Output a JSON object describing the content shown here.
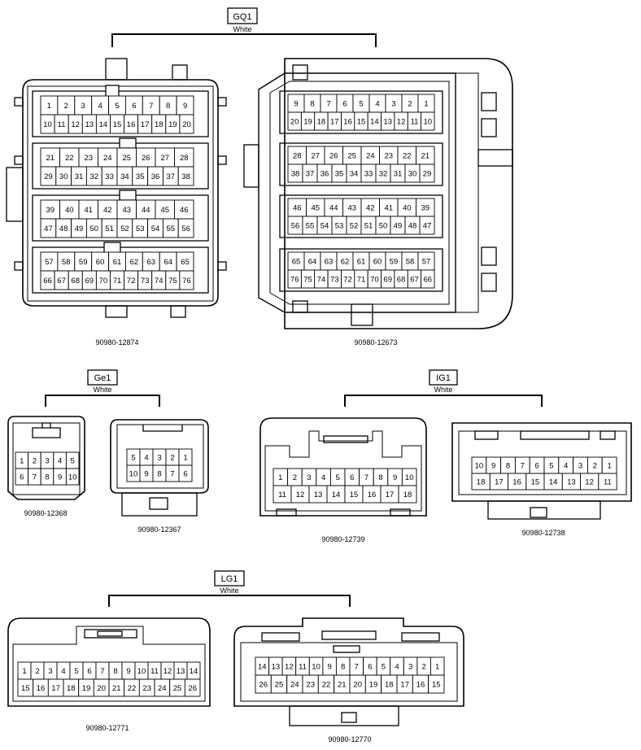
{
  "groups": [
    {
      "label": "GQ1",
      "color": "White"
    },
    {
      "label": "Ge1",
      "color": "White"
    },
    {
      "label": "IG1",
      "color": "White"
    },
    {
      "label": "LG1",
      "color": "White"
    }
  ],
  "connectors": [
    {
      "part": "90980-12874",
      "pins": [
        [
          "1",
          "2",
          "3",
          "4",
          "5",
          "6",
          "7",
          "8",
          "9"
        ],
        [
          "10",
          "11",
          "12",
          "13",
          "14",
          "15",
          "16",
          "17",
          "18",
          "19",
          "20"
        ],
        [
          "21",
          "22",
          "23",
          "24",
          "25",
          "26",
          "27",
          "28"
        ],
        [
          "29",
          "30",
          "31",
          "32",
          "33",
          "34",
          "35",
          "36",
          "37",
          "38"
        ],
        [
          "39",
          "40",
          "41",
          "42",
          "43",
          "44",
          "45",
          "46"
        ],
        [
          "47",
          "48",
          "49",
          "50",
          "51",
          "52",
          "53",
          "54",
          "55",
          "56"
        ],
        [
          "57",
          "58",
          "59",
          "60",
          "61",
          "62",
          "63",
          "64",
          "65"
        ],
        [
          "66",
          "67",
          "68",
          "69",
          "70",
          "71",
          "72",
          "73",
          "74",
          "75",
          "76"
        ]
      ]
    },
    {
      "part": "90980-12673",
      "pins": [
        [
          "9",
          "8",
          "7",
          "6",
          "5",
          "4",
          "3",
          "2",
          "1"
        ],
        [
          "20",
          "19",
          "18",
          "17",
          "16",
          "15",
          "14",
          "13",
          "12",
          "11",
          "10"
        ],
        [
          "28",
          "27",
          "26",
          "25",
          "24",
          "23",
          "22",
          "21"
        ],
        [
          "38",
          "37",
          "36",
          "35",
          "34",
          "33",
          "32",
          "31",
          "30",
          "29"
        ],
        [
          "46",
          "45",
          "44",
          "43",
          "42",
          "41",
          "40",
          "39"
        ],
        [
          "56",
          "55",
          "54",
          "53",
          "52",
          "51",
          "50",
          "49",
          "48",
          "47"
        ],
        [
          "65",
          "64",
          "63",
          "62",
          "61",
          "60",
          "59",
          "58",
          "57"
        ],
        [
          "76",
          "75",
          "74",
          "73",
          "72",
          "71",
          "70",
          "69",
          "68",
          "67",
          "66"
        ]
      ]
    },
    {
      "part": "90980-12368",
      "pins": [
        [
          "1",
          "2",
          "3",
          "4",
          "5"
        ],
        [
          "6",
          "7",
          "8",
          "9",
          "10"
        ]
      ]
    },
    {
      "part": "90980-12367",
      "pins": [
        [
          "5",
          "4",
          "3",
          "2",
          "1"
        ],
        [
          "10",
          "9",
          "8",
          "7",
          "6"
        ]
      ]
    },
    {
      "part": "90980-12739",
      "pins": [
        [
          "1",
          "2",
          "3",
          "4",
          "5",
          "6",
          "7",
          "8",
          "9",
          "10"
        ],
        [
          "11",
          "12",
          "13",
          "14",
          "15",
          "16",
          "17",
          "18"
        ]
      ]
    },
    {
      "part": "90980-12738",
      "pins": [
        [
          "10",
          "9",
          "8",
          "7",
          "6",
          "5",
          "4",
          "3",
          "2",
          "1"
        ],
        [
          "18",
          "17",
          "16",
          "15",
          "14",
          "13",
          "12",
          "11"
        ]
      ]
    },
    {
      "part": "90980-12771",
      "pins": [
        [
          "1",
          "2",
          "3",
          "4",
          "5",
          "6",
          "7",
          "8",
          "9",
          "10",
          "11",
          "12",
          "13",
          "14"
        ],
        [
          "15",
          "16",
          "17",
          "18",
          "19",
          "20",
          "21",
          "22",
          "23",
          "24",
          "25",
          "26"
        ]
      ]
    },
    {
      "part": "90980-12770",
      "pins": [
        [
          "14",
          "13",
          "12",
          "11",
          "10",
          "9",
          "8",
          "7",
          "6",
          "5",
          "4",
          "3",
          "2",
          "1"
        ],
        [
          "26",
          "25",
          "24",
          "23",
          "22",
          "21",
          "20",
          "19",
          "18",
          "17",
          "16",
          "15"
        ]
      ]
    }
  ]
}
